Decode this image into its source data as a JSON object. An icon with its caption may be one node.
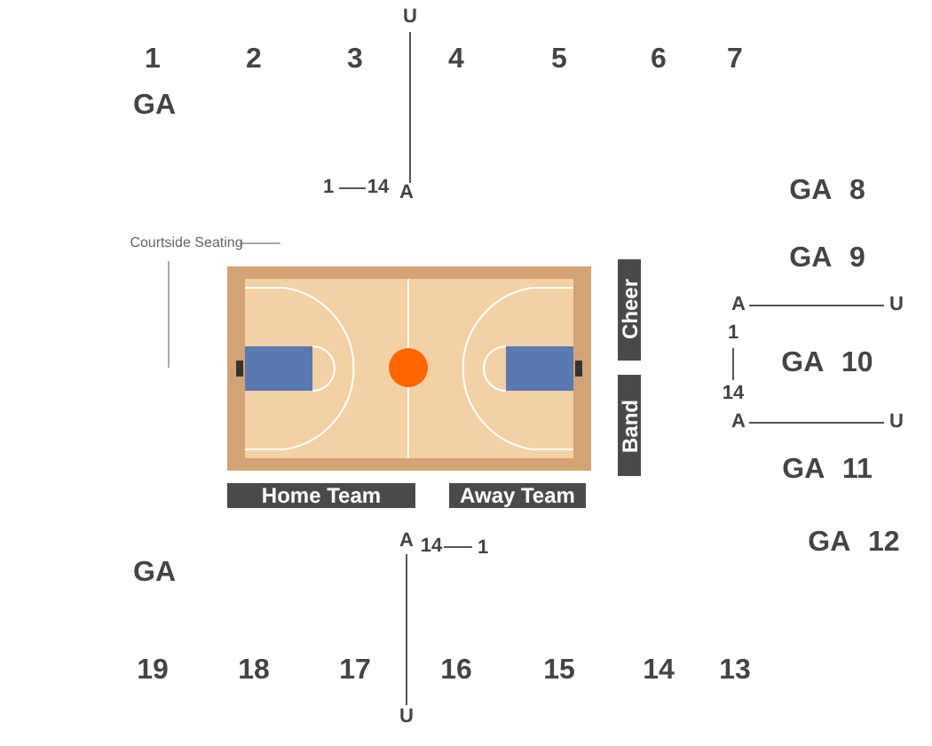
{
  "diagram": {
    "nodes": [
      {
        "text": [
          "Cheer"
        ]
      },
      {
        "text": [
          "Band"
        ]
      },
      {
        "text": [
          "Home Team"
        ]
      },
      {
        "text": [
          "Away Team"
        ]
      }
    ],
    "labels": [
      "U",
      "1",
      "2",
      "3",
      "4",
      "5",
      "6",
      "7",
      "GA",
      "1",
      "14",
      "A",
      "GA 8",
      "Courtside Seating",
      "GA 9",
      "A",
      "U",
      "1",
      "GA 10",
      "14",
      "A",
      "U",
      "GA 11",
      "A",
      "14",
      "1",
      "GA 12",
      "GA",
      "19",
      "18",
      "17",
      "16",
      "15",
      "14",
      "13",
      "U"
    ]
  }
}
